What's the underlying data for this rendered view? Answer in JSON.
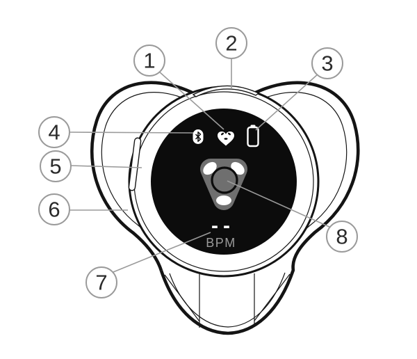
{
  "figure": {
    "type": "device-diagram",
    "display": {
      "value": "--",
      "unit": "BPM"
    },
    "status_icons": [
      {
        "name": "bluetooth-icon"
      },
      {
        "name": "heart-icon"
      },
      {
        "name": "battery-icon"
      }
    ],
    "callouts": [
      {
        "number": "1"
      },
      {
        "number": "2"
      },
      {
        "number": "3"
      },
      {
        "number": "4"
      },
      {
        "number": "5"
      },
      {
        "number": "6"
      },
      {
        "number": "7"
      },
      {
        "number": "8"
      }
    ],
    "colors": {
      "outline": "#141414",
      "screen_background": "#0c0c0c",
      "callout_stroke": "#9a9a9a",
      "leader_line": "#9a9a9a",
      "callout_number": "#2b2b2b",
      "sensor_pad": "#6f6f6f",
      "value_text": "#ffffff",
      "unit_text": "#9b9b9b"
    }
  }
}
